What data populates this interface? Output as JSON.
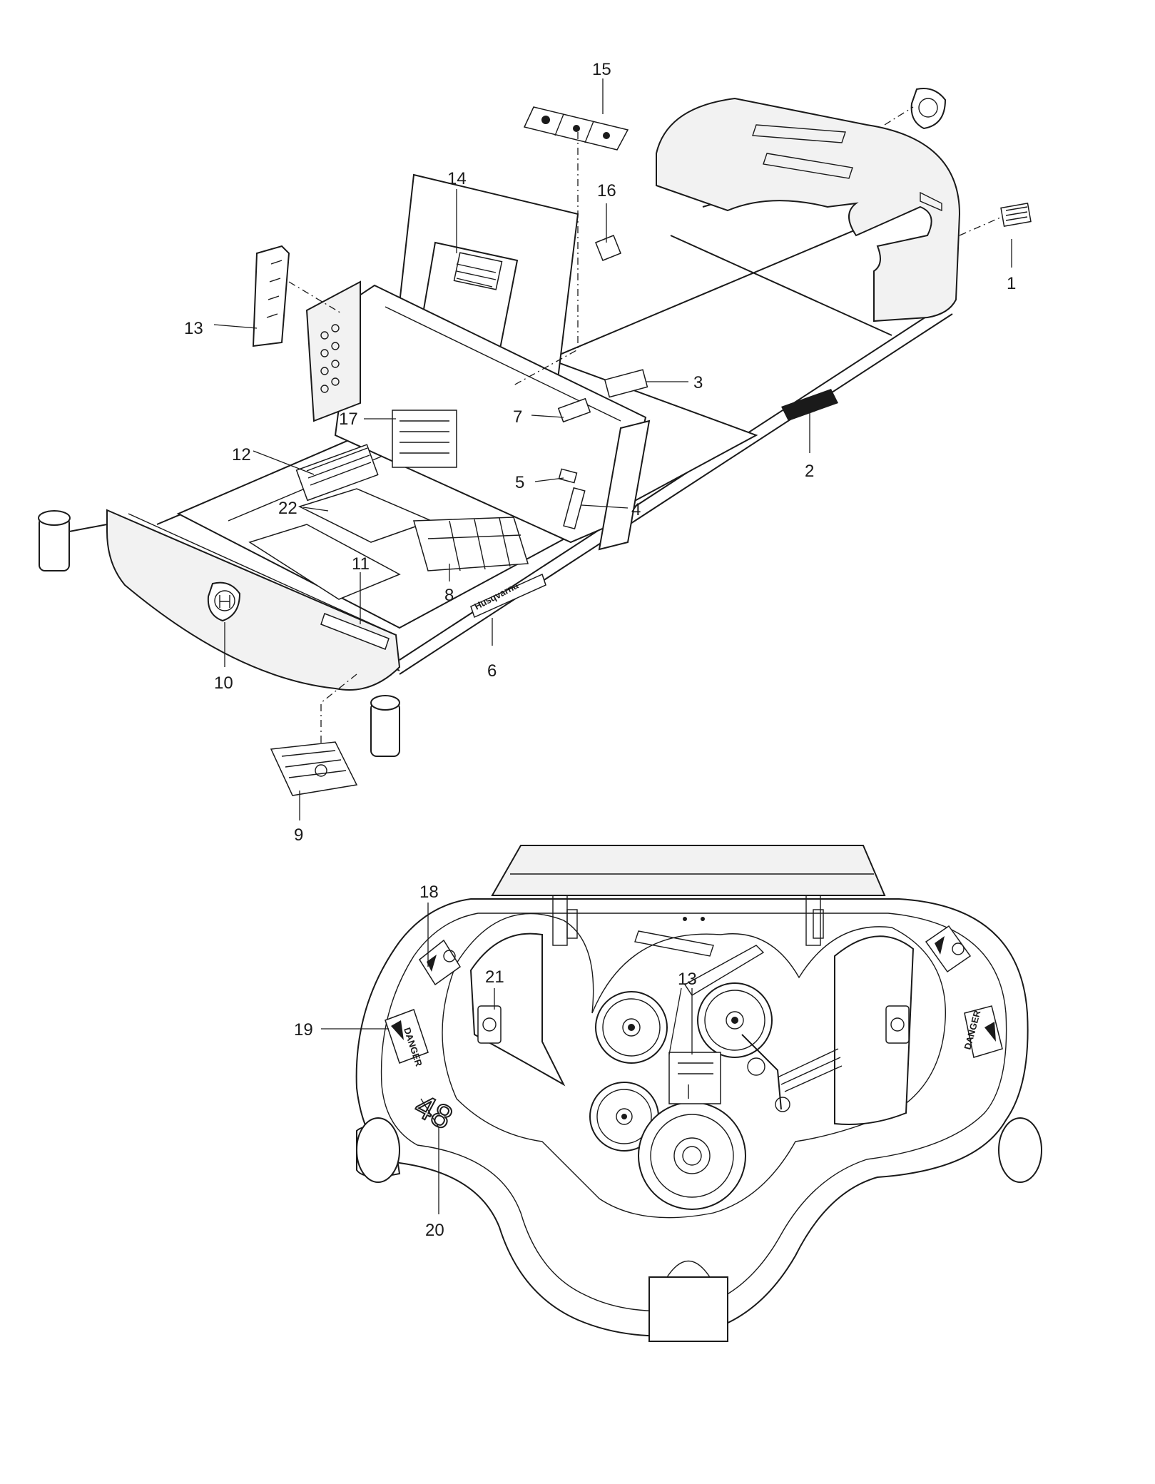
{
  "callouts": {
    "c1": "1",
    "c2": "2",
    "c3": "3",
    "c4": "4",
    "c5": "5",
    "c6": "6",
    "c7": "7",
    "c8": "8",
    "c9": "9",
    "c10": "10",
    "c11": "11",
    "c12": "12",
    "c13": "13",
    "c13b": "13",
    "c14": "14",
    "c15": "15",
    "c16": "16",
    "c17": "17",
    "c18": "18",
    "c19": "19",
    "c20": "20",
    "c21": "21",
    "c22": "22"
  },
  "decal_text": {
    "danger": "DANGER",
    "deck_size": "48",
    "brand": "Husqvarna"
  },
  "colors": {
    "line": "#1a1a1a",
    "background": "#ffffff",
    "panel": "#f2f2f2"
  },
  "icons": {
    "brand": "husqvarna-crown-logo-icon",
    "warning": "warning-triangle-icon"
  }
}
